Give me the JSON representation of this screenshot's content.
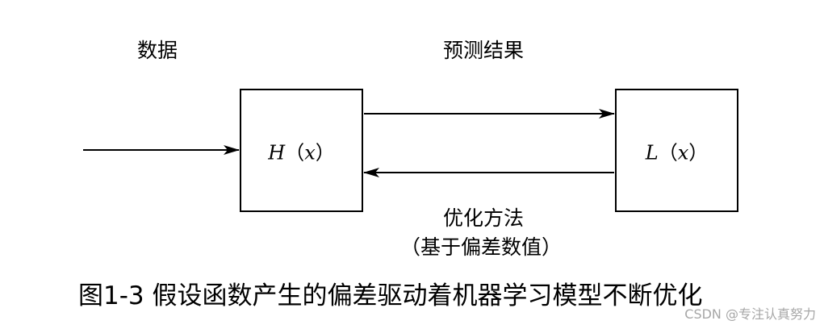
{
  "diagram": {
    "input_label": "数据",
    "prediction_label": "预测结果",
    "model_box": {
      "func": "H",
      "open": "（",
      "var": "x",
      "close": "）"
    },
    "loss_box": {
      "func": "L",
      "open": "（",
      "var": "x",
      "close": "）"
    },
    "method_label_line1": "优化方法",
    "method_label_line2": "（基于偏差数值）"
  },
  "caption": "图1-3 假设函数产生的偏差驱动着机器学习模型不断优化",
  "watermark": "CSDN @专注认真努力"
}
